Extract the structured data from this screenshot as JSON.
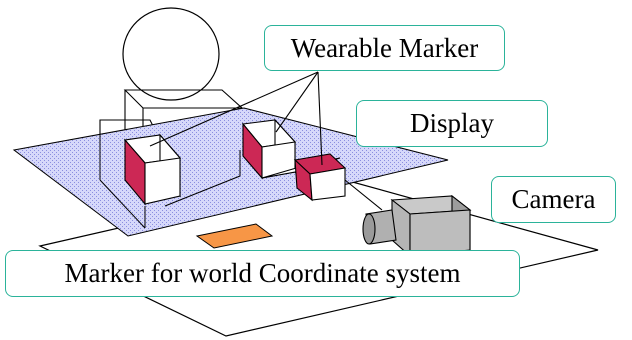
{
  "labels": {
    "wearable_marker": "Wearable Marker",
    "display": "Display",
    "camera": "Camera",
    "world_marker": "Marker for world Coordinate system"
  },
  "colors": {
    "label_border": "#2bb39a",
    "display_plane": "#c9cbf5",
    "marker_face": "#cc2855",
    "world_marker_fill": "#f79646",
    "camera_body": "#b5b5b5",
    "line": "#000000"
  }
}
